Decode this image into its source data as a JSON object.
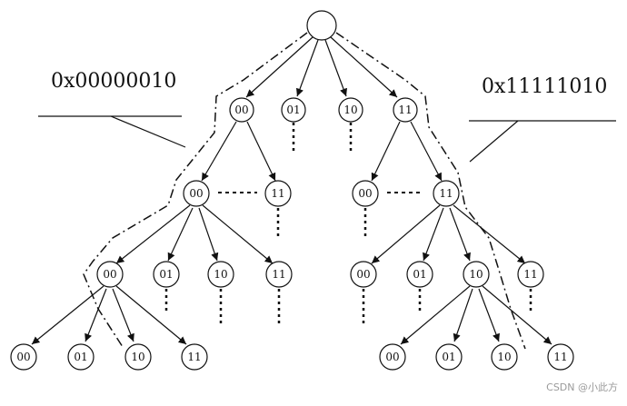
{
  "labels": {
    "left_address": "0x00000010",
    "right_address": "0x11111010"
  },
  "nodes": {
    "root": "",
    "level1": [
      "00",
      "01",
      "10",
      "11"
    ],
    "level2_left": [
      "00",
      "11"
    ],
    "level2_right": [
      "00",
      "11"
    ],
    "level3_left": [
      "00",
      "01",
      "10",
      "11"
    ],
    "level3_right": [
      "00",
      "01",
      "10",
      "11"
    ],
    "level4_left": [
      "00",
      "01",
      "10",
      "11"
    ],
    "level4_right": [
      "00",
      "01",
      "10",
      "11"
    ]
  },
  "watermark": "CSDN @小此方"
}
